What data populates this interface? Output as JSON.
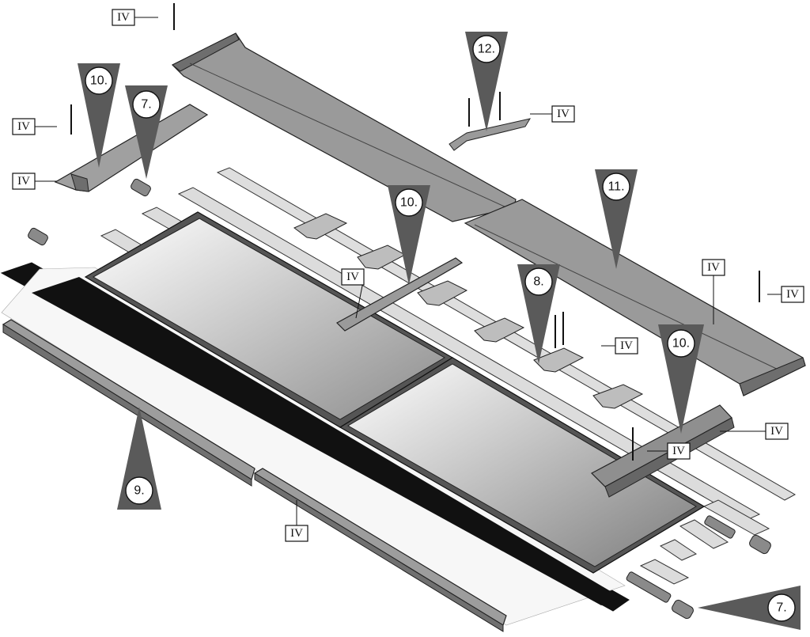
{
  "callouts": {
    "step_7_a": "7.",
    "step_7_b": "7.",
    "step_8": "8.",
    "step_9": "9.",
    "step_10_a": "10.",
    "step_10_b": "10.",
    "step_10_c": "10.",
    "step_11": "11.",
    "step_12": "12."
  },
  "part_labels": {
    "iv": "IV"
  },
  "colors": {
    "panel_light": "#f2f2f2",
    "panel_dark": "#8a8a8a",
    "flashing": "#9a9a9a",
    "flashing_dark": "#6e6e6e",
    "seal_strip": "#111111",
    "callout_fill": "#5a5a5a",
    "batten": "#d9d9d9"
  }
}
